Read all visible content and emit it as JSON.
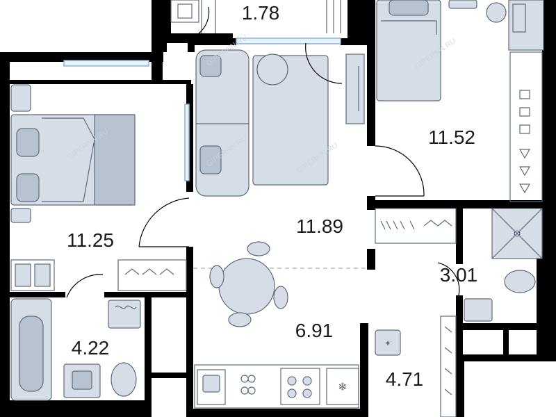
{
  "rooms": {
    "hallway_top": {
      "area": "1.78"
    },
    "bedroom_left": {
      "area": "11.25"
    },
    "living": {
      "area": "11.89"
    },
    "bedroom_right": {
      "area": "11.52"
    },
    "kitchen": {
      "area": "6.91"
    },
    "bathroom": {
      "area": "4.22"
    },
    "wc": {
      "area": "3.01"
    },
    "corridor": {
      "area": "4.71"
    }
  },
  "watermark": "GIPERNN.RU",
  "colors": {
    "wall": "#000000",
    "furniture_fill": "#d6dde6",
    "furniture_stroke": "#5d6b7c",
    "window_fill": "#e8f2fb"
  }
}
